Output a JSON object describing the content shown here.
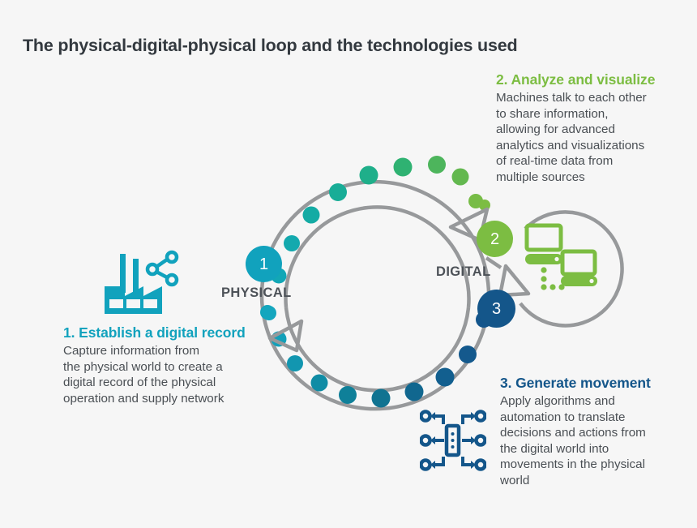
{
  "title": "The physical-digital-physical loop and the technologies used",
  "background_color": "#f6f6f6",
  "colors": {
    "teal": "#11a2bd",
    "green": "#7cbd42",
    "navy": "#14568a",
    "ring_gray": "#97999b",
    "title_text": "#33393f",
    "body_text": "#4a4f54",
    "label_text": "#4d5258"
  },
  "ring": {
    "center_label_physical": "PHYSICAL",
    "center_label_digital": "DIGITAL",
    "badges": [
      {
        "number": "1",
        "color": "#11a2bd",
        "stage": "physical"
      },
      {
        "number": "2",
        "color": "#7cbd42",
        "stage": "digital"
      },
      {
        "number": "3",
        "color": "#14568a",
        "stage": "digital"
      }
    ]
  },
  "callouts": [
    {
      "id": "1",
      "heading": "1. Establish a digital record",
      "body": "Capture information from\nthe physical world to create a\ndigital record of the physical\noperation and supply network",
      "color": "#11a2bd"
    },
    {
      "id": "2",
      "heading": "2. Analyze and visualize",
      "body": "Machines talk to each other\nto share information,\nallowing for advanced\nanalytics and  visualizations\nof real-time data from\nmultiple sources",
      "color": "#7cbd42"
    },
    {
      "id": "3",
      "heading": "3. Generate movement",
      "body": "Apply algorithms and\nautomation to translate\ndecisions and actions from\nthe digital world into\nmovements in the physical\nworld",
      "color": "#14568a"
    }
  ],
  "icons": [
    {
      "name": "factory-network-icon",
      "color": "#11a2bd",
      "meaning": "physical operations / factory with share nodes"
    },
    {
      "name": "computers-network-icon",
      "color": "#7cbd42",
      "meaning": "two computers exchanging data"
    },
    {
      "name": "automation-flow-icon",
      "color": "#14568a",
      "meaning": "automated distribution of decisions"
    }
  ]
}
